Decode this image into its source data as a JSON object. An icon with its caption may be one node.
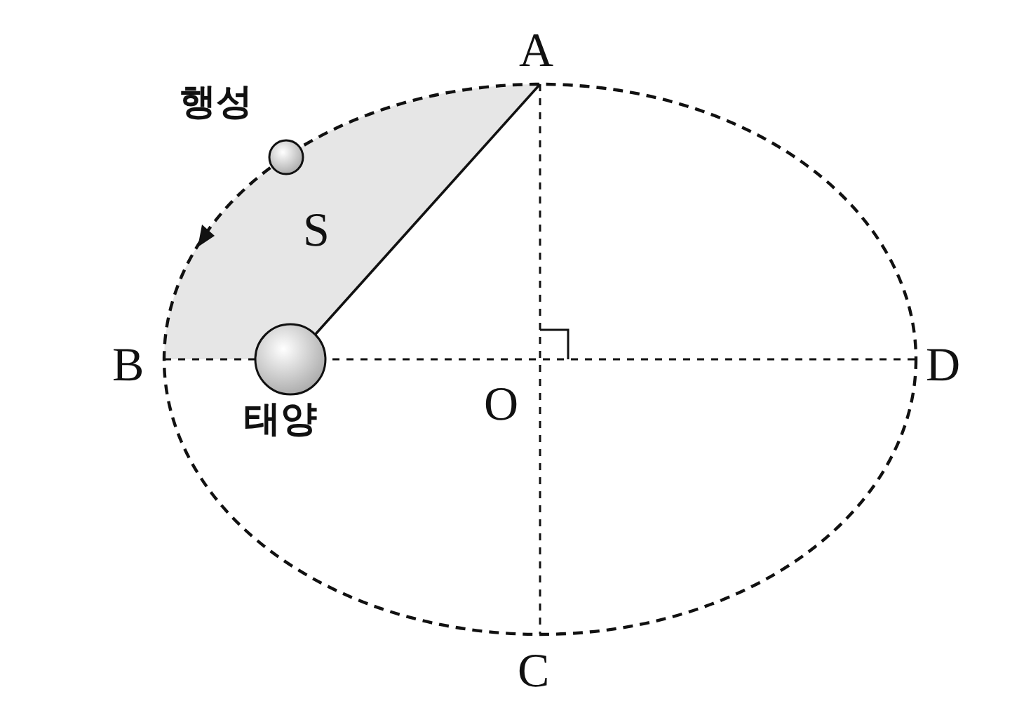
{
  "diagram": {
    "nodes": [
      {
        "text": [],
        "shape": "circle",
        "beside": [
          "행성"
        ]
      },
      {
        "text": [],
        "shape": "circle",
        "beside": [
          "태양"
        ]
      }
    ],
    "labels": [
      "A",
      "S",
      "B",
      "O",
      "D",
      "C"
    ]
  }
}
